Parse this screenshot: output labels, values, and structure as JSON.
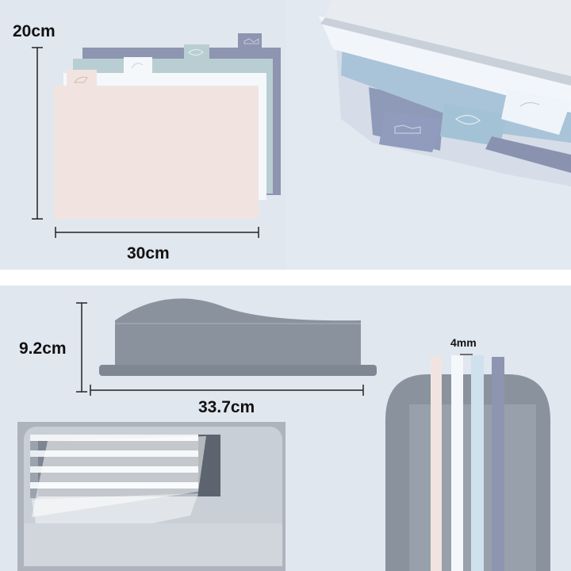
{
  "dimensions": {
    "board_height": "20cm",
    "board_width": "30cm",
    "stand_height": "9.2cm",
    "stand_length": "33.7cm",
    "board_gap": "4mm"
  },
  "colors": {
    "background": "#e1e7ef",
    "board_pink": "#f1e4e0",
    "board_white": "#f4f8fb",
    "board_teal": "#b9ced2",
    "board_slate": "#8d95b0",
    "board_blue": "#a9c4d8",
    "stand_gray": "#8a929e",
    "text": "#111111"
  },
  "board_tabs": [
    "chicken-icon",
    "shrimp-icon",
    "fish-icon",
    "meat-icon"
  ]
}
